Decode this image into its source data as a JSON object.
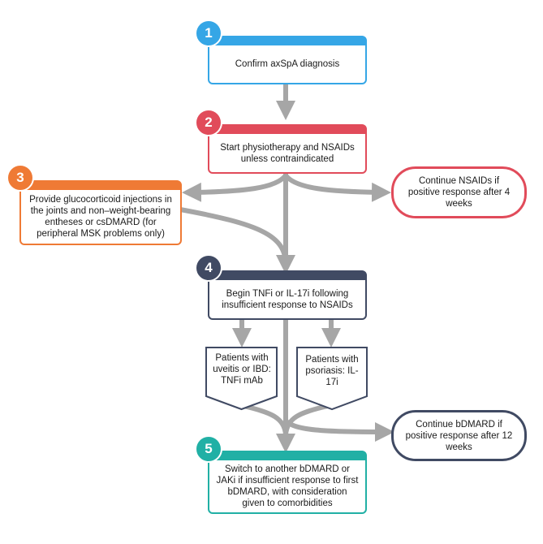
{
  "colors": {
    "step1": "#35a6e6",
    "step2": "#e14b5a",
    "step3": "#ef7a35",
    "step4": "#404a63",
    "step5": "#21b0a5",
    "arrow": "#a6a6a6"
  },
  "steps": [
    {
      "number": "1",
      "text": "Confirm axSpA diagnosis"
    },
    {
      "number": "2",
      "text": "Start physiotherapy and NSAIDs unless contraindicated"
    },
    {
      "number": "3",
      "text": "Provide glucocorticoid injections in the joints and non–weight-bearing entheses or csDMARD (for peripheral MSK problems only)"
    },
    {
      "number": "4",
      "text": "Begin TNFi or IL-17i following insufficient response to NSAIDs"
    },
    {
      "number": "5",
      "text": "Switch to another bDMARD or JAKi if insufficient response to first bDMARD, with consideration given to comorbidities"
    }
  ],
  "outcomes": {
    "nsaids": "Continue NSAIDs if positive response after 4 weeks",
    "bdmard": "Continue bDMARD if positive response after 12 weeks"
  },
  "subgroups": {
    "uveitis": "Patients with uveitis or IBD: TNFi mAb",
    "psoriasis": "Patients with psoriasis: IL-17i"
  }
}
